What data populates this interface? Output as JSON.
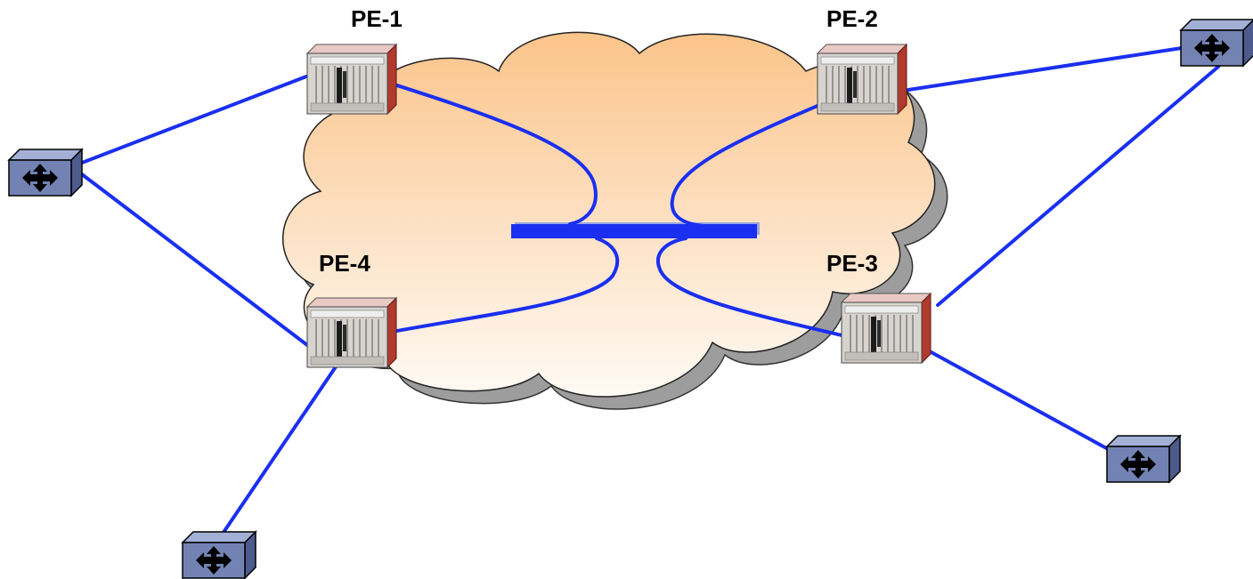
{
  "diagram": {
    "pe_routers": [
      {
        "id": "pe1",
        "label": "PE-1"
      },
      {
        "id": "pe2",
        "label": "PE-2"
      },
      {
        "id": "pe3",
        "label": "PE-3"
      },
      {
        "id": "pe4",
        "label": "PE-4"
      }
    ],
    "ce_switches": [
      {
        "id": "ce-left"
      },
      {
        "id": "ce-top-right"
      },
      {
        "id": "ce-bottom-left"
      },
      {
        "id": "ce-bottom-right"
      }
    ],
    "links": [
      {
        "from": "ce-left",
        "to": "pe1"
      },
      {
        "from": "ce-left",
        "to": "pe4"
      },
      {
        "from": "ce-bottom-left",
        "to": "pe4"
      },
      {
        "from": "ce-top-right",
        "to": "pe2"
      },
      {
        "from": "ce-top-right",
        "to": "pe3"
      },
      {
        "from": "ce-bottom-right",
        "to": "pe3"
      }
    ],
    "colors": {
      "link": "#1a2ff0",
      "cloud_top": "#fbc995",
      "cloud_bottom": "#fff8f0",
      "cloud_shadow": "#9a9a9a",
      "switch_body": "#6f7fae",
      "router_side": "#b03a2e"
    }
  }
}
